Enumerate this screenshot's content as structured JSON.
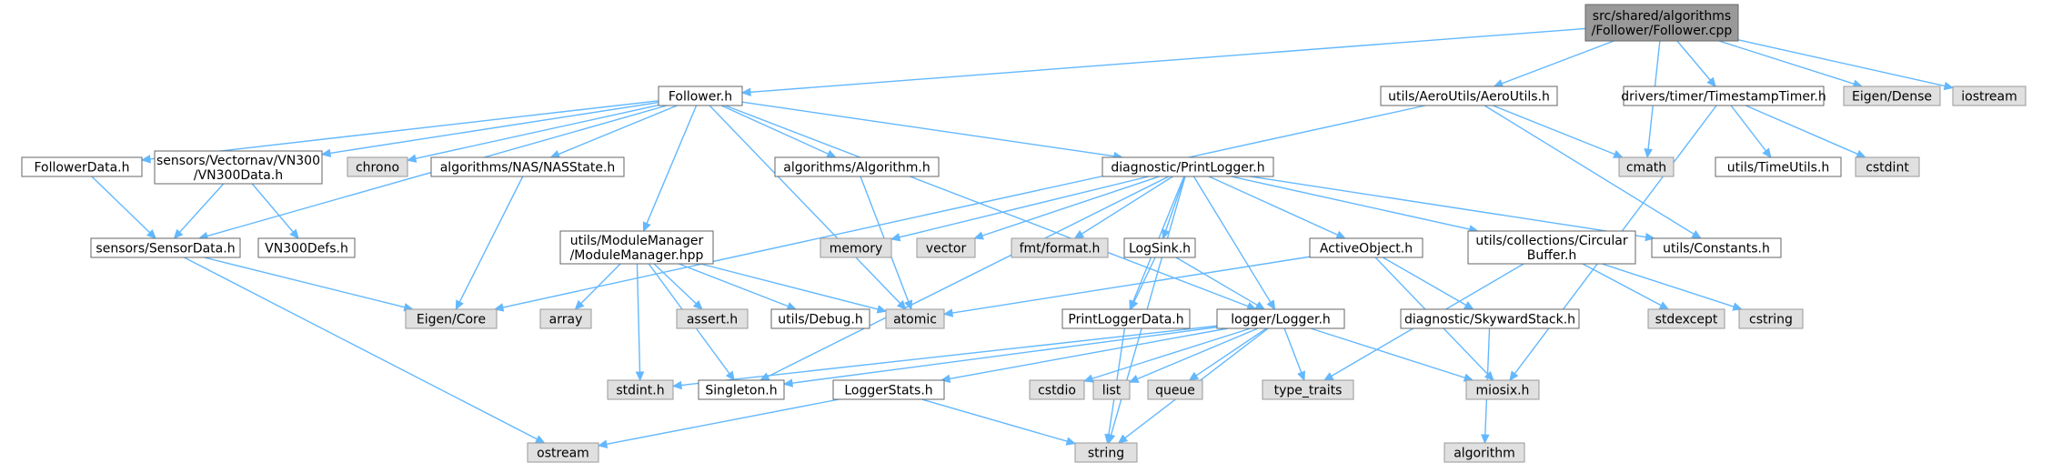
{
  "colors": {
    "root_fill": "#999999",
    "root_stroke": "#666666",
    "local_fill": "#ffffff",
    "local_stroke": "#666666",
    "system_fill": "#e0e0e0",
    "system_stroke": "#999999",
    "edge": "#63b8ff"
  },
  "nodes": [
    {
      "id": "root",
      "kind": "root",
      "lines": [
        "src/shared/algorithms",
        "/Follower/Follower.cpp"
      ]
    },
    {
      "id": "follower_h",
      "kind": "local",
      "lines": [
        "Follower.h"
      ]
    },
    {
      "id": "aeroutils",
      "kind": "local",
      "lines": [
        "utils/AeroUtils/AeroUtils.h"
      ]
    },
    {
      "id": "cmath",
      "kind": "system",
      "lines": [
        "cmath"
      ]
    },
    {
      "id": "timestamptimer",
      "kind": "local",
      "lines": [
        "drivers/timer/TimestampTimer.h"
      ]
    },
    {
      "id": "eigen_dense",
      "kind": "system",
      "lines": [
        "Eigen/Dense"
      ]
    },
    {
      "id": "iostream",
      "kind": "system",
      "lines": [
        "iostream"
      ]
    },
    {
      "id": "timeutils",
      "kind": "local",
      "lines": [
        "utils/TimeUtils.h"
      ]
    },
    {
      "id": "cstdint",
      "kind": "system",
      "lines": [
        "cstdint"
      ]
    },
    {
      "id": "followerdata",
      "kind": "local",
      "lines": [
        "FollowerData.h"
      ]
    },
    {
      "id": "vn300data",
      "kind": "local",
      "lines": [
        "sensors/Vectornav/VN300",
        "/VN300Data.h"
      ]
    },
    {
      "id": "chrono",
      "kind": "system",
      "lines": [
        "chrono"
      ]
    },
    {
      "id": "nasstate",
      "kind": "local",
      "lines": [
        "algorithms/NAS/NASState.h"
      ]
    },
    {
      "id": "algorithm_h",
      "kind": "local",
      "lines": [
        "algorithms/Algorithm.h"
      ]
    },
    {
      "id": "printlogger",
      "kind": "local",
      "lines": [
        "diagnostic/PrintLogger.h"
      ]
    },
    {
      "id": "sensordata",
      "kind": "local",
      "lines": [
        "sensors/SensorData.h"
      ]
    },
    {
      "id": "vn300defs",
      "kind": "local",
      "lines": [
        "VN300Defs.h"
      ]
    },
    {
      "id": "eigen_core",
      "kind": "system",
      "lines": [
        "Eigen/Core"
      ]
    },
    {
      "id": "ostream",
      "kind": "system",
      "lines": [
        "ostream"
      ]
    },
    {
      "id": "modulemanager",
      "kind": "local",
      "lines": [
        "utils/ModuleManager",
        "/ModuleManager.hpp"
      ]
    },
    {
      "id": "array",
      "kind": "system",
      "lines": [
        "array"
      ]
    },
    {
      "id": "assert_h",
      "kind": "system",
      "lines": [
        "assert.h"
      ]
    },
    {
      "id": "debug_h",
      "kind": "local",
      "lines": [
        "utils/Debug.h"
      ]
    },
    {
      "id": "atomic",
      "kind": "system",
      "lines": [
        "atomic"
      ]
    },
    {
      "id": "stdint_h",
      "kind": "system",
      "lines": [
        "stdint.h"
      ]
    },
    {
      "id": "singleton",
      "kind": "local",
      "lines": [
        "Singleton.h"
      ]
    },
    {
      "id": "memory",
      "kind": "system",
      "lines": [
        "memory"
      ]
    },
    {
      "id": "vector",
      "kind": "system",
      "lines": [
        "vector"
      ]
    },
    {
      "id": "fmt_format",
      "kind": "system",
      "lines": [
        "fmt/format.h"
      ]
    },
    {
      "id": "logsink",
      "kind": "local",
      "lines": [
        "LogSink.h"
      ]
    },
    {
      "id": "activeobject",
      "kind": "local",
      "lines": [
        "ActiveObject.h"
      ]
    },
    {
      "id": "circularbuffer",
      "kind": "local",
      "lines": [
        "utils/collections/Circular",
        "Buffer.h"
      ]
    },
    {
      "id": "constants",
      "kind": "local",
      "lines": [
        "utils/Constants.h"
      ]
    },
    {
      "id": "printloggerdata",
      "kind": "local",
      "lines": [
        "PrintLoggerData.h"
      ]
    },
    {
      "id": "logger",
      "kind": "local",
      "lines": [
        "logger/Logger.h"
      ]
    },
    {
      "id": "skywardstack",
      "kind": "local",
      "lines": [
        "diagnostic/SkywardStack.h"
      ]
    },
    {
      "id": "stdexcept",
      "kind": "system",
      "lines": [
        "stdexcept"
      ]
    },
    {
      "id": "cstring",
      "kind": "system",
      "lines": [
        "cstring"
      ]
    },
    {
      "id": "cstdio",
      "kind": "system",
      "lines": [
        "cstdio"
      ]
    },
    {
      "id": "list",
      "kind": "system",
      "lines": [
        "list"
      ]
    },
    {
      "id": "queue",
      "kind": "system",
      "lines": [
        "queue"
      ]
    },
    {
      "id": "type_traits",
      "kind": "system",
      "lines": [
        "type_traits"
      ]
    },
    {
      "id": "miosix",
      "kind": "system",
      "lines": [
        "miosix.h"
      ]
    },
    {
      "id": "algorithm",
      "kind": "system",
      "lines": [
        "algorithm"
      ]
    },
    {
      "id": "loggerstats",
      "kind": "local",
      "lines": [
        "LoggerStats.h"
      ]
    },
    {
      "id": "string",
      "kind": "system",
      "lines": [
        "string"
      ]
    }
  ],
  "edges": [
    [
      "root",
      "follower_h"
    ],
    [
      "root",
      "aeroutils"
    ],
    [
      "root",
      "cmath"
    ],
    [
      "root",
      "timestamptimer"
    ],
    [
      "root",
      "eigen_dense"
    ],
    [
      "root",
      "iostream"
    ],
    [
      "follower_h",
      "followerdata"
    ],
    [
      "follower_h",
      "vn300data"
    ],
    [
      "follower_h",
      "chrono"
    ],
    [
      "follower_h",
      "nasstate"
    ],
    [
      "follower_h",
      "algorithm_h"
    ],
    [
      "follower_h",
      "printlogger"
    ],
    [
      "follower_h",
      "sensordata"
    ],
    [
      "follower_h",
      "modulemanager"
    ],
    [
      "follower_h",
      "atomic"
    ],
    [
      "follower_h",
      "logger"
    ],
    [
      "aeroutils",
      "cmath"
    ],
    [
      "aeroutils",
      "eigen_core"
    ],
    [
      "aeroutils",
      "constants"
    ],
    [
      "timestamptimer",
      "timeutils"
    ],
    [
      "timestamptimer",
      "cstdint"
    ],
    [
      "timestamptimer",
      "miosix"
    ],
    [
      "followerdata",
      "sensordata"
    ],
    [
      "vn300data",
      "sensordata"
    ],
    [
      "vn300data",
      "vn300defs"
    ],
    [
      "nasstate",
      "eigen_core"
    ],
    [
      "algorithm_h",
      "atomic"
    ],
    [
      "sensordata",
      "eigen_core"
    ],
    [
      "sensordata",
      "ostream"
    ],
    [
      "modulemanager",
      "array"
    ],
    [
      "modulemanager",
      "assert_h"
    ],
    [
      "modulemanager",
      "debug_h"
    ],
    [
      "modulemanager",
      "atomic"
    ],
    [
      "modulemanager",
      "stdint_h"
    ],
    [
      "modulemanager",
      "singleton"
    ],
    [
      "printlogger",
      "memory"
    ],
    [
      "printlogger",
      "vector"
    ],
    [
      "printlogger",
      "fmt_format"
    ],
    [
      "printlogger",
      "logsink"
    ],
    [
      "printlogger",
      "activeobject"
    ],
    [
      "printlogger",
      "circularbuffer"
    ],
    [
      "printlogger",
      "constants"
    ],
    [
      "printlogger",
      "printloggerdata"
    ],
    [
      "printlogger",
      "logger"
    ],
    [
      "printlogger",
      "singleton"
    ],
    [
      "printlogger",
      "string"
    ],
    [
      "logsink",
      "printloggerdata"
    ],
    [
      "logsink",
      "logger"
    ],
    [
      "activeobject",
      "atomic"
    ],
    [
      "activeobject",
      "skywardstack"
    ],
    [
      "activeobject",
      "miosix"
    ],
    [
      "circularbuffer",
      "stdexcept"
    ],
    [
      "circularbuffer",
      "cstring"
    ],
    [
      "circularbuffer",
      "type_traits"
    ],
    [
      "printloggerdata",
      "string"
    ],
    [
      "logger",
      "stdint_h"
    ],
    [
      "logger",
      "singleton"
    ],
    [
      "logger",
      "loggerstats"
    ],
    [
      "logger",
      "cstdio"
    ],
    [
      "logger",
      "list"
    ],
    [
      "logger",
      "queue"
    ],
    [
      "logger",
      "type_traits"
    ],
    [
      "logger",
      "miosix"
    ],
    [
      "logger",
      "string"
    ],
    [
      "skywardstack",
      "algorithm"
    ],
    [
      "loggerstats",
      "ostream"
    ],
    [
      "loggerstats",
      "string"
    ]
  ]
}
